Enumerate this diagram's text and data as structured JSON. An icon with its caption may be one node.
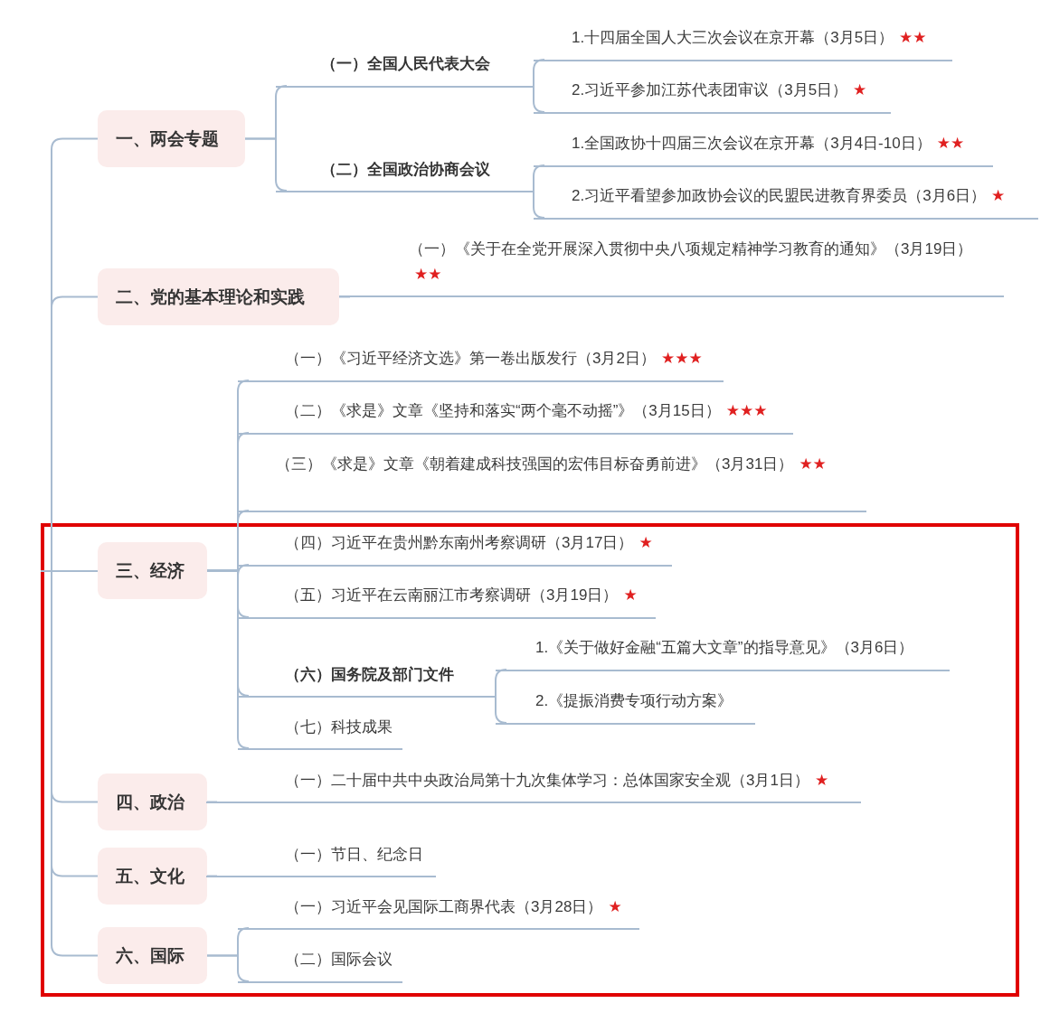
{
  "diagram": {
    "nodes": [
      {
        "text": [
          "一、两会专题"
        ]
      },
      {
        "text": [
          "（一）全国人民代表大会"
        ]
      },
      {
        "text": [
          "1.十四届全国人大三次会议在京开幕（3月5日）",
          "★★"
        ]
      },
      {
        "text": [
          "2.习近平参加江苏代表团审议（3月5日）",
          "★"
        ]
      },
      {
        "text": [
          "（二）全国政治协商会议"
        ]
      },
      {
        "text": [
          "1.全国政协十四届三次会议在京开幕（3月4日-10日）",
          "★★"
        ]
      },
      {
        "text": [
          "2.习近平看望参加政协会议的民盟民进教育界委员（3月6日）",
          "★"
        ]
      },
      {
        "text": [
          "二、党的基本理论和实践"
        ]
      },
      {
        "text": [
          "（一）《关于在全党开展深入贯彻中央八项规定精神学习教育的通知》（3月19日）",
          "★★"
        ]
      },
      {
        "text": [
          "三、经济"
        ]
      },
      {
        "text": [
          "（一）《习近平经济文选》第一卷出版发行（3月2日）",
          "★★★"
        ]
      },
      {
        "text": [
          "（二）《求是》文章《坚持和落实“两个毫不动摇”》（3月15日）",
          "★★★"
        ]
      },
      {
        "text": [
          "（三）《求是》文章《朝着建成科技强国的宏伟目标奋勇前进》（3月31日）",
          "★★"
        ]
      },
      {
        "text": [
          "（四）习近平在贵州黔东南州考察调研（3月17日）",
          "★"
        ]
      },
      {
        "text": [
          "（五）习近平在云南丽江市考察调研（3月19日）",
          "★"
        ]
      },
      {
        "text": [
          "（六）国务院及部门文件"
        ]
      },
      {
        "text": [
          "1.《关于做好金融“五篇大文章”的指导意见》（3月6日）"
        ]
      },
      {
        "text": [
          "2.《提振消费专项行动方案》"
        ]
      },
      {
        "text": [
          "（七）科技成果"
        ]
      },
      {
        "text": [
          "四、政治"
        ]
      },
      {
        "text": [
          "（一）二十届中共中央政治局第十九次集体学习：总体国家安全观（3月1日）",
          "★"
        ]
      },
      {
        "text": [
          "五、文化"
        ]
      },
      {
        "text": [
          "（一）节日、纪念日"
        ]
      },
      {
        "text": [
          "六、国际"
        ]
      },
      {
        "text": [
          "（一）习近平会见国际工商界代表（3月28日）",
          "★"
        ]
      },
      {
        "text": [
          "（二）国际会议"
        ]
      }
    ],
    "edges": [
      {
        "from": null,
        "to": 0,
        "arrow": "none"
      },
      {
        "from": null,
        "to": 7,
        "arrow": "none"
      },
      {
        "from": null,
        "to": 9,
        "arrow": "none"
      },
      {
        "from": null,
        "to": 19,
        "arrow": "none"
      },
      {
        "from": null,
        "to": 21,
        "arrow": "none"
      },
      {
        "from": null,
        "to": 23,
        "arrow": "none"
      },
      {
        "from": 0,
        "to": 1,
        "arrow": "none"
      },
      {
        "from": 0,
        "to": 4,
        "arrow": "none"
      },
      {
        "from": 1,
        "to": 2,
        "arrow": "none"
      },
      {
        "from": 1,
        "to": 3,
        "arrow": "none"
      },
      {
        "from": 4,
        "to": 5,
        "arrow": "none"
      },
      {
        "from": 4,
        "to": 6,
        "arrow": "none"
      },
      {
        "from": 7,
        "to": 8,
        "arrow": "none"
      },
      {
        "from": 9,
        "to": 10,
        "arrow": "none"
      },
      {
        "from": 9,
        "to": 11,
        "arrow": "none"
      },
      {
        "from": 9,
        "to": 12,
        "arrow": "none"
      },
      {
        "from": 9,
        "to": 13,
        "arrow": "none"
      },
      {
        "from": 9,
        "to": 14,
        "arrow": "none"
      },
      {
        "from": 9,
        "to": 15,
        "arrow": "none"
      },
      {
        "from": 9,
        "to": 18,
        "arrow": "none"
      },
      {
        "from": 15,
        "to": 16,
        "arrow": "none"
      },
      {
        "from": 15,
        "to": 17,
        "arrow": "none"
      },
      {
        "from": 19,
        "to": 20,
        "arrow": "none"
      },
      {
        "from": 21,
        "to": 22,
        "arrow": "none"
      },
      {
        "from": 23,
        "to": 24,
        "arrow": "none"
      },
      {
        "from": 23,
        "to": 25,
        "arrow": "none"
      }
    ]
  }
}
